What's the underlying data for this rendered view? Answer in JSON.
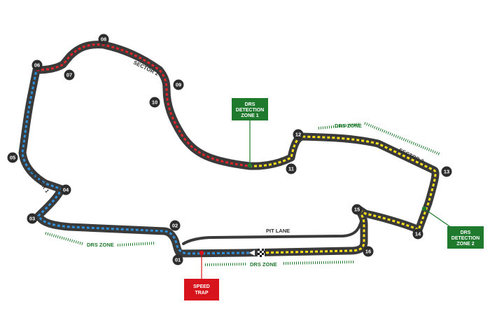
{
  "colors": {
    "track": "#3a3a3a",
    "sector1": "#2f8fd8",
    "sector2": "#e0262a",
    "sector3": "#ffe11a",
    "drs": "#1f7a2e",
    "speed_trap": "#d7141c"
  },
  "turns": [
    "01",
    "02",
    "03",
    "04",
    "05",
    "06",
    "07",
    "08",
    "09",
    "10",
    "11",
    "12",
    "13",
    "14",
    "15",
    "16"
  ],
  "sectors": [
    "SECTOR 1",
    "SECTOR 2",
    "SECTOR 3"
  ],
  "pit_lane": "PIT LANE",
  "drs_zone_label": "DRS ZONE",
  "drs_detection": [
    {
      "lines": [
        "DRS",
        "DETECTION",
        "ZONE 1"
      ]
    },
    {
      "lines": [
        "DRS",
        "DETECTION",
        "ZONE 2"
      ]
    }
  ],
  "speed_trap": {
    "lines": [
      "SPEED",
      "TRAP"
    ]
  },
  "icons": [
    "start-finish-flag-icon",
    "start-arrow-icon"
  ]
}
